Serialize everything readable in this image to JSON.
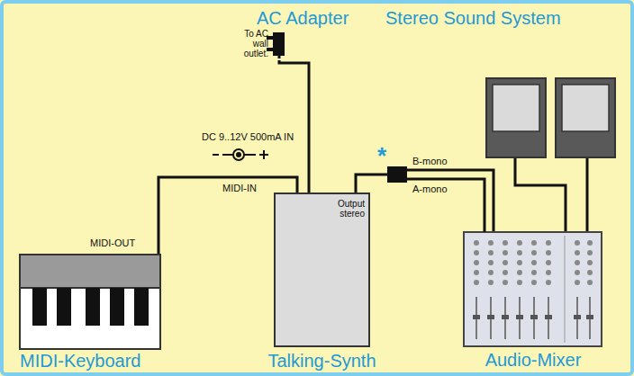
{
  "diagram": {
    "nodes": [
      {
        "text": [
          "AC Adapter",
          "To AC wall outlet."
        ]
      },
      {
        "text": [
          "Stereo Sound System"
        ]
      },
      {
        "text": [
          "MIDI-Keyboard"
        ]
      },
      {
        "text": [
          "Talking-Synth",
          "Output stereo"
        ]
      },
      {
        "text": [
          "Audio-Mixer"
        ]
      }
    ],
    "edges": [
      {
        "from": 0,
        "to": 3,
        "arrow": "none"
      },
      {
        "from": 2,
        "to": 3,
        "arrow": "none"
      },
      {
        "from": 3,
        "to": 4,
        "arrow": "none"
      },
      {
        "from": 4,
        "to": 1,
        "arrow": "none"
      },
      {
        "from": 4,
        "to": 1,
        "arrow": "none"
      }
    ],
    "labels": [
      "DC 9..12V 500mA IN",
      "MIDI-OUT",
      "MIDI-IN",
      "*",
      "B-mono",
      "A-mono"
    ]
  }
}
